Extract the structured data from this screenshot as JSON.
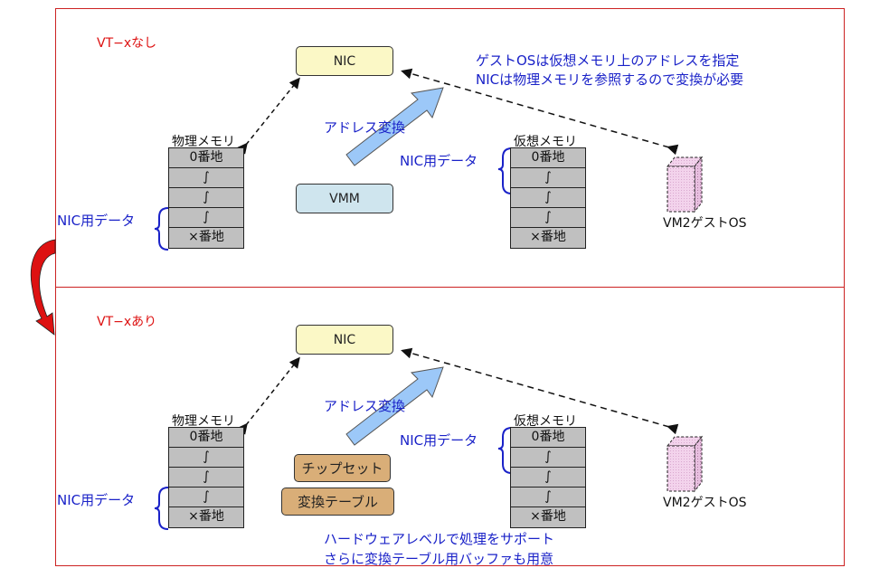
{
  "colors": {
    "frame": "#cc2222",
    "title": "#dd1111",
    "annotation": "#1a22c8",
    "nic": "#fbf8c6",
    "vmm": "#cfe5ee",
    "chipset": "#d9ae78",
    "memory": "#c0c0c0",
    "guest": "#f0c8e6",
    "arrow": "#9cc8f8"
  },
  "panels": [
    {
      "title": "VT−xなし",
      "nic_label": "NIC",
      "vmm_label": "VMM",
      "arrow_label": "アドレス変換",
      "physical_memory": {
        "label": "物理メモリ",
        "cells": [
          "0番地",
          "∫",
          "∫",
          "∫",
          "×番地"
        ],
        "bracket_label": "NIC用データ"
      },
      "virtual_memory": {
        "label": "仮想メモリ",
        "cells": [
          "0番地",
          "∫",
          "∫",
          "∫",
          "×番地"
        ],
        "bracket_label": "NIC用データ"
      },
      "guest_label": "VM2ゲストOS",
      "note_lines": [
        "ゲストOSは仮想メモリ上のアドレスを指定",
        "NICは物理メモリを参照するので変換が必要"
      ]
    },
    {
      "title": "VT−xあり",
      "nic_label": "NIC",
      "chipset_label": "チップセット",
      "table_label": "変換テーブル",
      "arrow_label": "アドレス変換",
      "physical_memory": {
        "label": "物理メモリ",
        "cells": [
          "0番地",
          "∫",
          "∫",
          "∫",
          "×番地"
        ],
        "bracket_label": "NIC用データ"
      },
      "virtual_memory": {
        "label": "仮想メモリ",
        "cells": [
          "0番地",
          "∫",
          "∫",
          "∫",
          "×番地"
        ],
        "bracket_label": "NIC用データ"
      },
      "guest_label": "VM2ゲストOS",
      "note_lines": [
        "ハードウェアレベルで処理をサポート",
        "さらに変換テーブル用バッファも用意"
      ]
    }
  ]
}
